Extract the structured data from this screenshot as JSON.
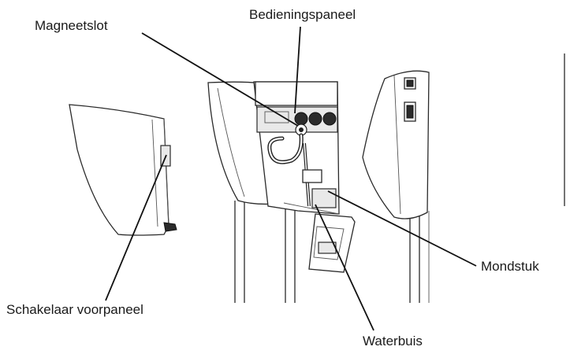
{
  "labels": {
    "magneetslot": "Magneetslot",
    "bedieningspaneel": "Bedieningspaneel",
    "mondstuk": "Mondstuk",
    "schakelaar": "Schakelaar voorpaneel",
    "waterbuis": "Waterbuis"
  }
}
